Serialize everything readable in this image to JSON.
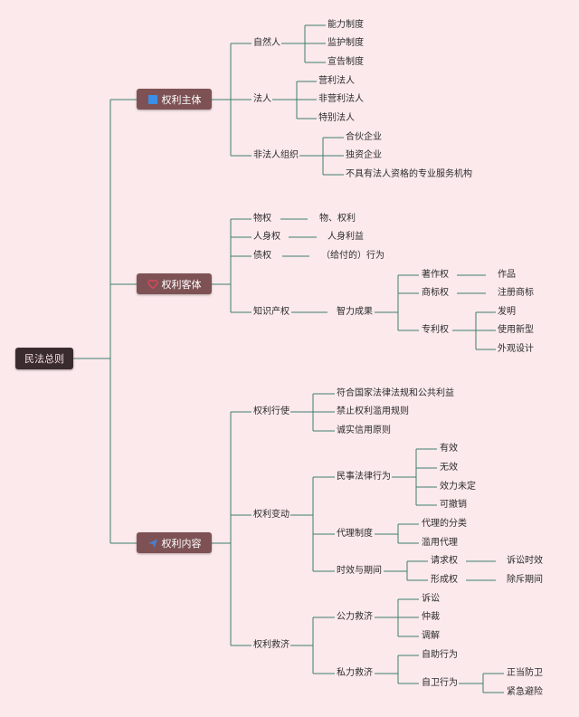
{
  "root": "民法总则",
  "b1": {
    "label": "权利主体",
    "natural": {
      "label": "自然人",
      "items": [
        "能力制度",
        "监护制度",
        "宣告制度"
      ]
    },
    "legal": {
      "label": "法人",
      "items": [
        "营利法人",
        "非营利法人",
        "特别法人"
      ]
    },
    "nonlegal": {
      "label": "非法人组织",
      "items": [
        "合伙企业",
        "独资企业",
        "不具有法人资格的专业服务机构"
      ]
    }
  },
  "b2": {
    "label": "权利客体",
    "rows": [
      {
        "label": "物权",
        "value": "物、权利"
      },
      {
        "label": "人身权",
        "value": "人身利益"
      },
      {
        "label": "债权",
        "value": "（给付的）行为"
      }
    ],
    "ip": {
      "label": "知识产权",
      "mid": "智力成果",
      "copyright": {
        "label": "著作权",
        "value": "作品"
      },
      "trademark": {
        "label": "商标权",
        "value": "注册商标"
      },
      "patent": {
        "label": "专利权",
        "items": [
          "发明",
          "使用新型",
          "外观设计"
        ]
      }
    }
  },
  "b3": {
    "label": "权利内容",
    "exercise": {
      "label": "权利行使",
      "items": [
        "符合国家法律法规和公共利益",
        "禁止权利滥用规则",
        "诚实信用原则"
      ]
    },
    "change": {
      "label": "权利变动",
      "civil": {
        "label": "民事法律行为",
        "items": [
          "有效",
          "无效",
          "效力未定",
          "可撤销"
        ]
      },
      "agency": {
        "label": "代理制度",
        "items": [
          "代理的分类",
          "滥用代理"
        ]
      },
      "time": {
        "label": "时效与期间",
        "claim": {
          "label": "请求权",
          "value": "诉讼时效"
        },
        "formation": {
          "label": "形成权",
          "value": "除斥期间"
        }
      }
    },
    "remedy": {
      "label": "权利救济",
      "public": {
        "label": "公力救济",
        "items": [
          "诉讼",
          "仲裁",
          "调解"
        ]
      },
      "private": {
        "label": "私力救济",
        "self_help": "自助行为",
        "self_defense": {
          "label": "自卫行为",
          "items": [
            "正当防卫",
            "紧急避险"
          ]
        }
      }
    }
  },
  "colors": {
    "line": "#3f7f6b",
    "background": "#fbe9ec",
    "branch": "#7e5254",
    "root": "#3a2b2e"
  }
}
